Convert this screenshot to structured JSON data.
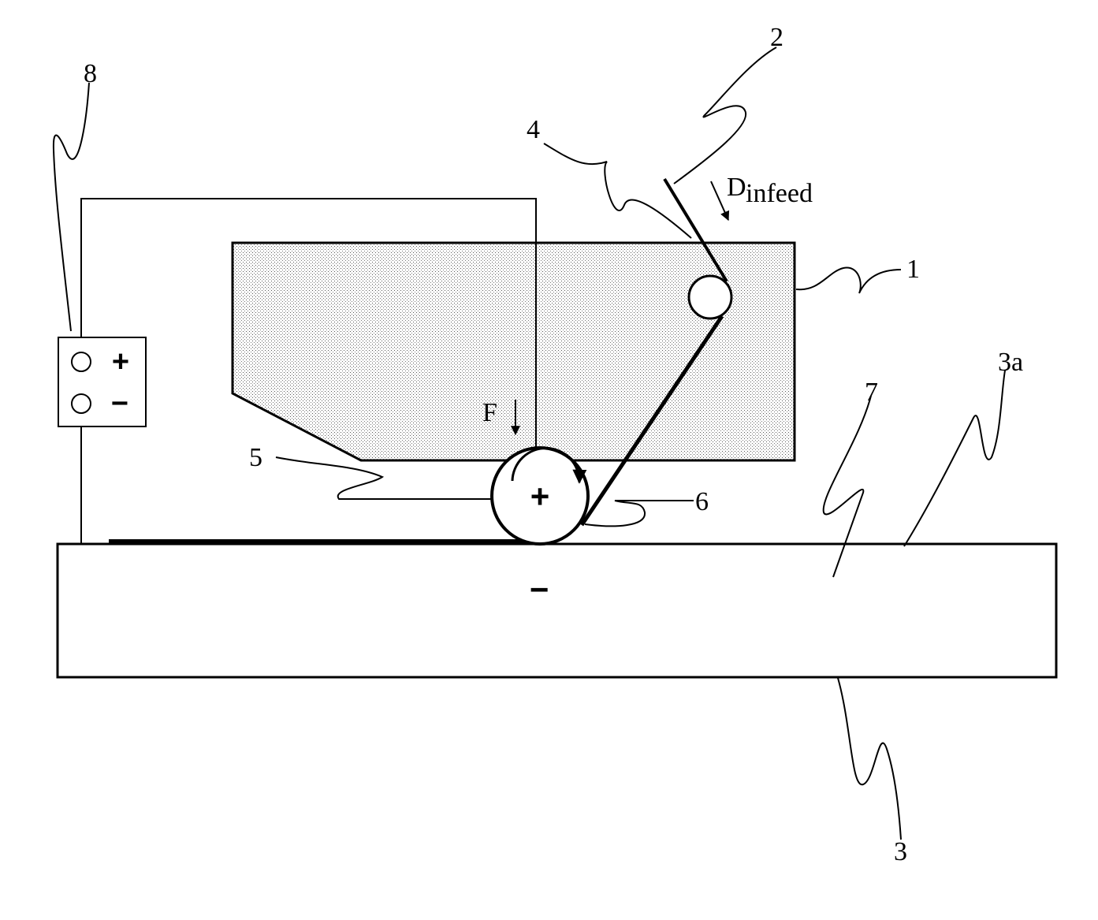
{
  "labels": {
    "housing": "1",
    "foil": "2",
    "substrate": "3",
    "substrate_surface": "3a",
    "guide": "4",
    "roller": "5",
    "contact_line": "6",
    "coating": "7",
    "power_supply": "8"
  },
  "annotations": {
    "force": "F",
    "infeed_main": "D",
    "infeed_sub": "infeed"
  },
  "polarity": {
    "supply_plus": "+",
    "supply_minus": "−",
    "roller": "+",
    "substrate": "−"
  },
  "colors": {
    "ink": "#000000",
    "housing_fill": "#d9d9d9",
    "background": "#ffffff"
  }
}
